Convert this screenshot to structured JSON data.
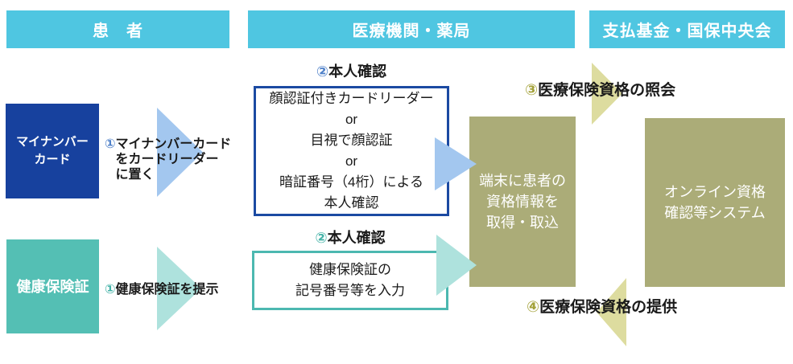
{
  "colors": {
    "header_bg": "#4fc6e1",
    "mynumber_blue": "#17419e",
    "insurance_teal": "#54bfb4",
    "olive": "#abac78",
    "arrow_blue": "#a3c7ef",
    "arrow_teal": "#aee2dd",
    "arrow_olive": "#dddc9f",
    "border_blue": "#1b4aa2",
    "border_teal": "#4cb8b0",
    "num_blue": "#4f81c9",
    "num_teal": "#45b3a8",
    "num_olive": "#a4a23a",
    "text": "#1a1a1a"
  },
  "headers": {
    "patient": "患　者",
    "medical": "医療機関・薬局",
    "payer": "支払基金・国保中央会"
  },
  "patient_lane": {
    "mynumber_box": "マイナンバー\nカード",
    "insurance_box": "健康保険証",
    "step1_mynumber": {
      "num": "①",
      "text": "マイナンバーカード\nをカードリーダー\nに置く"
    },
    "step1_insurance": {
      "num": "①",
      "text": "健康保険証を提示"
    }
  },
  "clinic_lane": {
    "step2_mynumber": {
      "num": "②",
      "text": "本人確認"
    },
    "face_check_box": "顔認証付きカードリーダー\nor\n目視で顔認証\nor\n暗証番号（4桁）による\n本人確認",
    "step2_insurance": {
      "num": "②",
      "text": "本人確認"
    },
    "number_entry_box": "健康保険証の\n記号番号等を入力",
    "terminal_box": "端末に患者の\n資格情報を\n取得・取込"
  },
  "payer_lane": {
    "system_box": "オンライン資格\n確認等システム",
    "step3": {
      "num": "③",
      "text": "医療保険資格の照会"
    },
    "step4": {
      "num": "④",
      "text": "医療保険資格の提供"
    }
  }
}
